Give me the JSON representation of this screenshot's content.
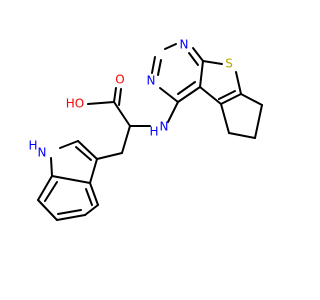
{
  "molecule": {
    "labels": {
      "hydroxyl": "HO",
      "carbonyl_oxygen": "O",
      "amine_nh": "H",
      "amine_n": "N",
      "indole_nh_h": "H",
      "indole_n": "N",
      "pyrimidine_n1": "N",
      "pyrimidine_n2": "N",
      "thiophene_s": "S"
    },
    "colors": {
      "bond": "#000000",
      "oxygen": "#ff0000",
      "nitrogen": "#0000ff",
      "sulfur": "#b8a800"
    }
  }
}
